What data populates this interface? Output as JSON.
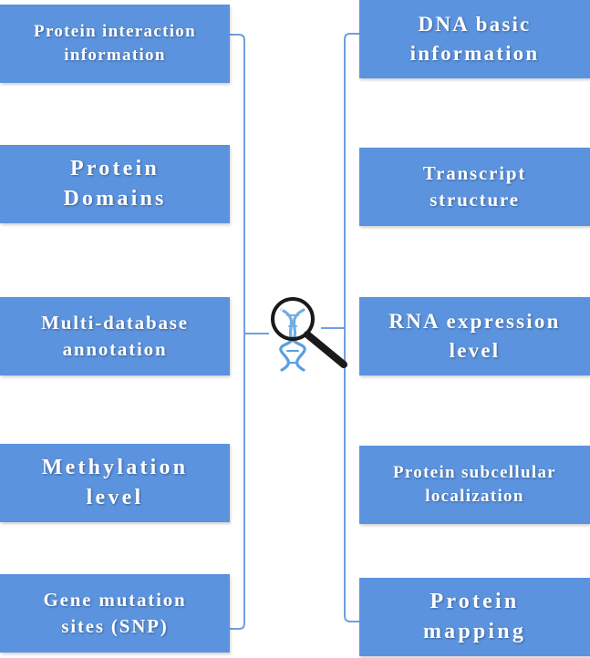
{
  "left_items": [
    {
      "label": "Protein interaction\ninformation"
    },
    {
      "label": "Protein\nDomains"
    },
    {
      "label": "Multi-database\nannotation"
    },
    {
      "label": "Methylation\nlevel"
    },
    {
      "label": "Gene mutation\nsites (SNP)"
    }
  ],
  "right_items": [
    {
      "label": "DNA basic\ninformation"
    },
    {
      "label": "Transcript\nstructure"
    },
    {
      "label": "RNA expression\nlevel"
    },
    {
      "label": "Protein subcellular\nlocalization"
    },
    {
      "label": "Protein\nmapping"
    }
  ],
  "center": {
    "icon": "dna-search-icon"
  },
  "colors": {
    "box_fill": "#5b93de",
    "box_text": "#ffffff",
    "connector": "#6f9fe0",
    "dna": "#5a9fe0",
    "magnifier": "#1a1a1a"
  }
}
